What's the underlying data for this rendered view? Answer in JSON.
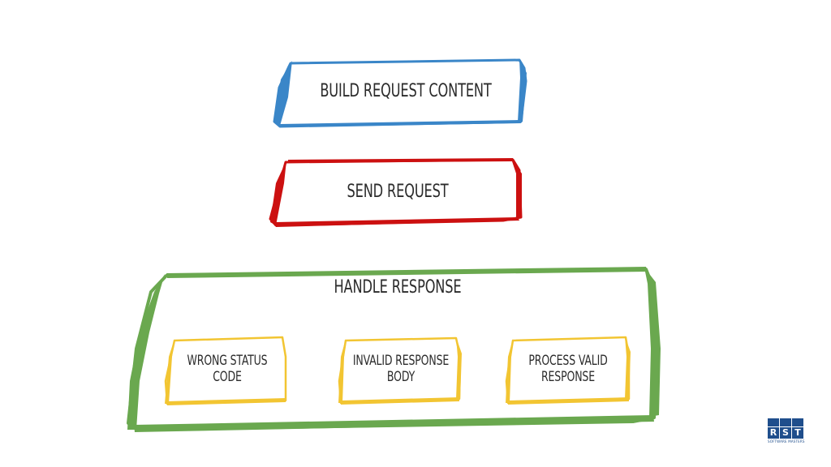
{
  "colors": {
    "build": "#3a86c8",
    "send": "#cc1010",
    "handle": "#6aa84f",
    "sub": "#f2c532",
    "text": "#2b2b2b",
    "logo": "#1f4e8c"
  },
  "steps": {
    "build": "BUILD REQUEST CONTENT",
    "send": "SEND REQUEST",
    "handle": "HANDLE RESPONSE"
  },
  "outcomes": [
    {
      "label": "WRONG STATUS\nCODE"
    },
    {
      "label": "INVALID RESPONSE\nBODY"
    },
    {
      "label": "PROCESS VALID\nRESPONSE"
    }
  ],
  "logo": {
    "letters": [
      "R",
      "S",
      "T"
    ],
    "tagline": "SOFTWARE MASTERS"
  }
}
